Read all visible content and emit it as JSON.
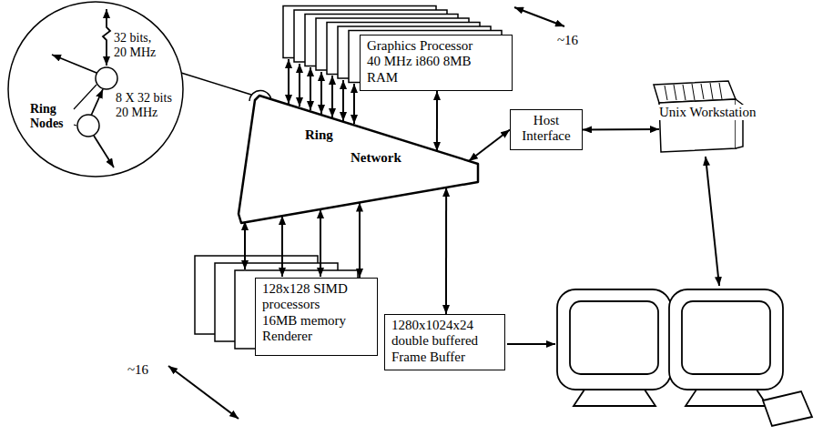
{
  "diagram": {
    "nodes": [
      {
        "text": [
          "32 bits, 20 MHz",
          "8 X 32 bits 20 MHz",
          "Ring Nodes"
        ]
      },
      {
        "text": [
          "Graphics Processor 40 MHz i860 8MB RAM"
        ]
      },
      {
        "text": [
          "Ring",
          "Network"
        ]
      },
      {
        "text": [
          "Host Interface"
        ]
      },
      {
        "text": [
          "Unix Workstation"
        ]
      },
      {
        "text": [
          "128x128 SIMD processors 16MB memory Renderer"
        ]
      },
      {
        "text": [
          "1280x1024x24 double buffered Frame Buffer"
        ]
      }
    ],
    "edges": [
      {
        "from": 1,
        "to": 2,
        "arrow": "both"
      },
      {
        "from": 2,
        "to": 3,
        "arrow": "both"
      },
      {
        "from": 3,
        "to": 4,
        "arrow": "both"
      },
      {
        "from": 5,
        "to": 2,
        "arrow": "both"
      },
      {
        "from": 2,
        "to": 6,
        "arrow": "both"
      }
    ],
    "labels": [
      "~16",
      "~16"
    ]
  }
}
